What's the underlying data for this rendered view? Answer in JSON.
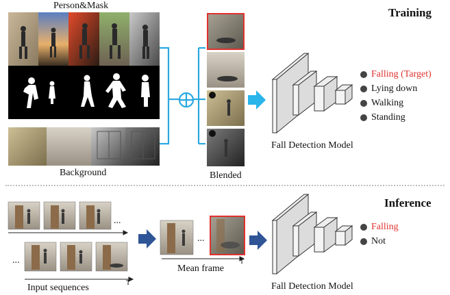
{
  "training": {
    "title": "Training",
    "person_mask_label": "Person&Mask",
    "background_label": "Background",
    "blended_label": "Blended",
    "model_label": "Fall Detection Model",
    "classes": [
      {
        "label": "Falling (Target)",
        "color": "#e0312e"
      },
      {
        "label": "Lying down",
        "color": "#111111"
      },
      {
        "label": "Walking",
        "color": "#111111"
      },
      {
        "label": "Standing",
        "color": "#111111"
      }
    ]
  },
  "inference": {
    "title": "Inference",
    "input_label": "Input sequences",
    "mean_frame_label": "Mean frame",
    "time_axis_label": "T",
    "ellipsis": "...",
    "model_label": "Fall Detection Model",
    "classes": [
      {
        "label": "Falling",
        "color": "#e0312e"
      },
      {
        "label": "Not",
        "color": "#111111"
      }
    ]
  },
  "colors": {
    "blend_connector": "#29a8e0",
    "blend_arrow": "#29b5ea",
    "inference_arrow": "#2f5597",
    "highlight_border": "#e0312e",
    "divider": "#bfbfbf",
    "model_face": "#eeeeee",
    "model_edge": "#333333"
  }
}
